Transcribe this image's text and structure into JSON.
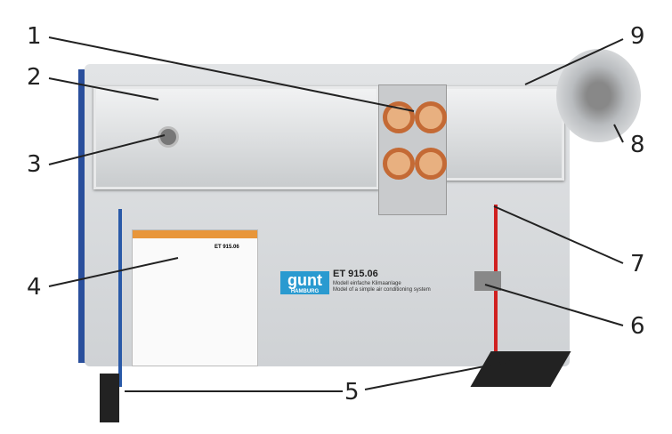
{
  "device": {
    "logo": "gunt",
    "logo_sub": "HAMBURG",
    "model": "ET 915.06",
    "description_de": "Modell einfache Klimaanlage",
    "description_en": "Model of a simple air conditioning system"
  },
  "chart_panel": {
    "title": "ET 915.06"
  },
  "callouts": [
    {
      "label": "1"
    },
    {
      "label": "2"
    },
    {
      "label": "3"
    },
    {
      "label": "4"
    },
    {
      "label": "5"
    },
    {
      "label": "6"
    },
    {
      "label": "7"
    },
    {
      "label": "8"
    },
    {
      "label": "9"
    }
  ],
  "colors": {
    "panel": "#d8dadd",
    "side_frame": "#2a4f9c",
    "copper": "#c46a35",
    "logo": "#2a9ad0",
    "refrigerant_line": "#d02020"
  }
}
